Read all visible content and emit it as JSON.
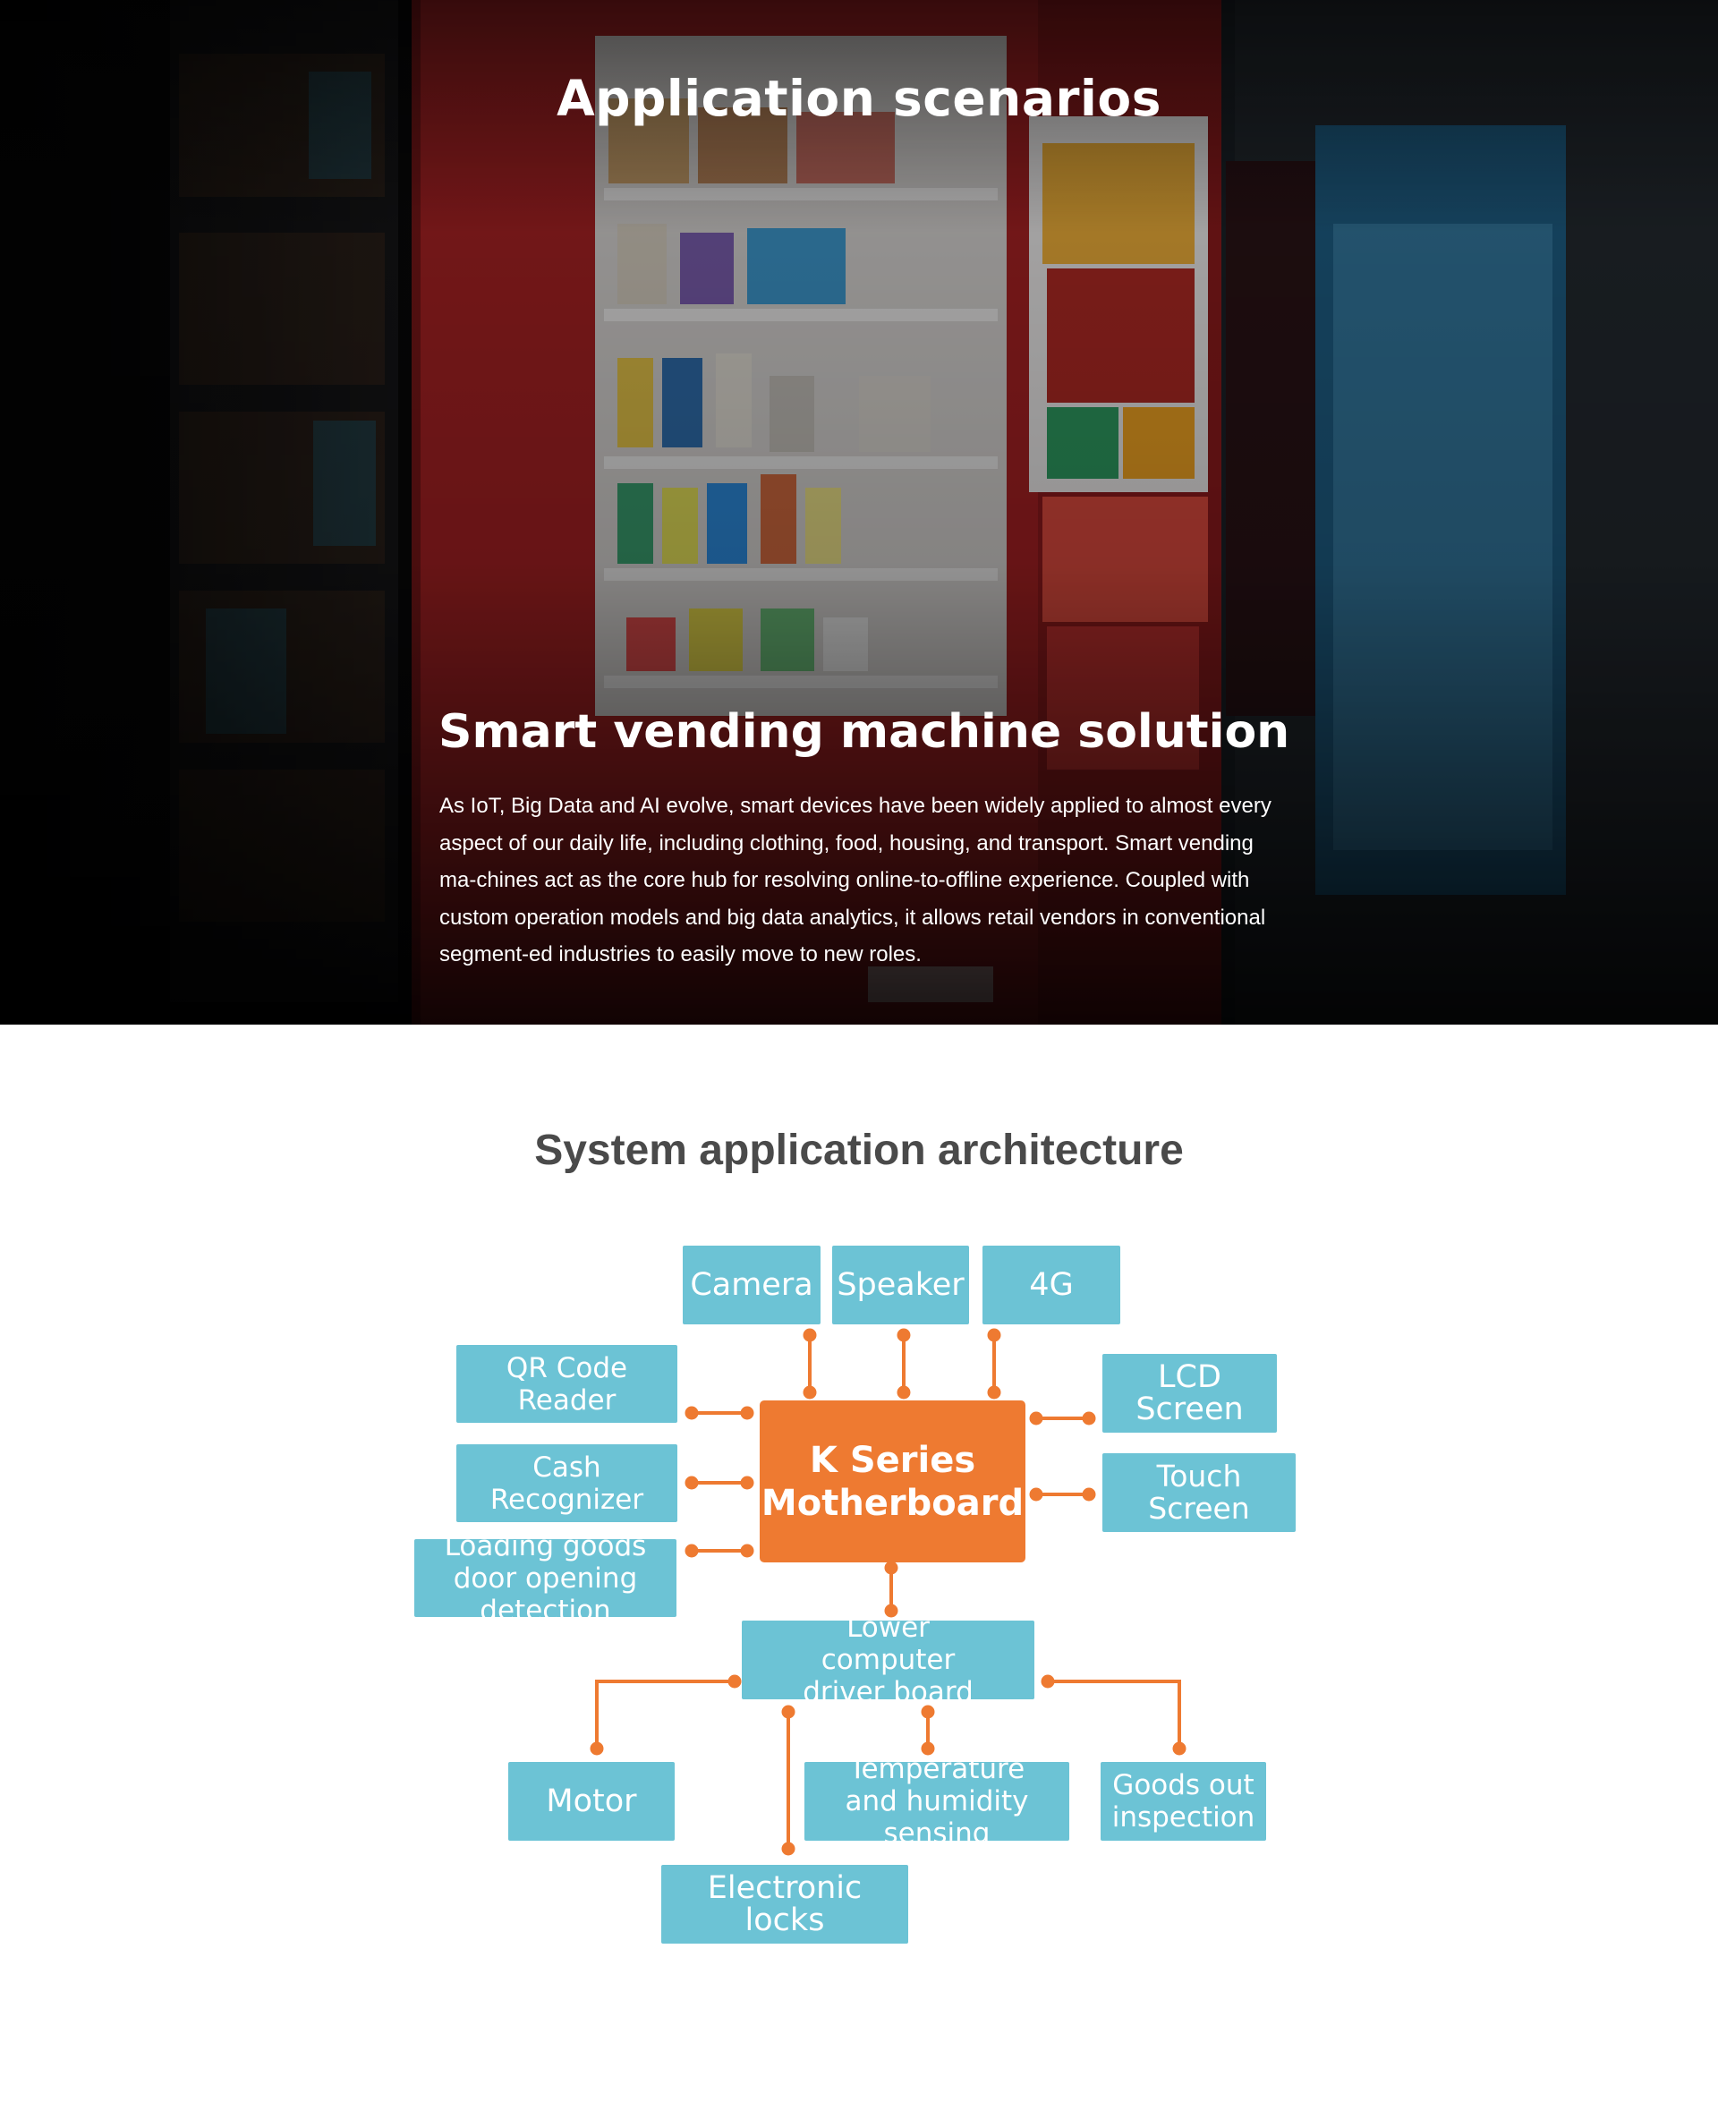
{
  "hero": {
    "title": "Application scenarios",
    "solution_title": "Smart vending machine solution",
    "solution_text": "As IoT, Big Data and AI evolve, smart devices have been widely applied to almost every aspect of our daily life, including clothing, food, housing, and transport. Smart vending ma-chines act as the core hub for resolving online-to-offline experience. Coupled with custom operation models and big data analytics, it allows retail vendors in conventional segment-ed industries to easily move to new roles."
  },
  "architecture": {
    "title": "System application architecture",
    "center": "K Series Motherboard",
    "top_nodes": [
      "Camera",
      "Speaker",
      "4G"
    ],
    "left_nodes": [
      "QR Code Reader",
      "Cash Recognizer",
      "Loading goods door opening detection"
    ],
    "right_nodes": [
      "LCD Screen",
      "Touch Screen"
    ],
    "driver_board": "Lower computer driver board",
    "driver_nodes": [
      "Motor",
      "Electronic locks",
      "Temperature and humidity sensing",
      "Goods out inspection"
    ]
  },
  "colors": {
    "node": "#6cc3d5",
    "center": "#ee7a31",
    "connector": "#ee7a31",
    "title": "#4a4a4a"
  }
}
